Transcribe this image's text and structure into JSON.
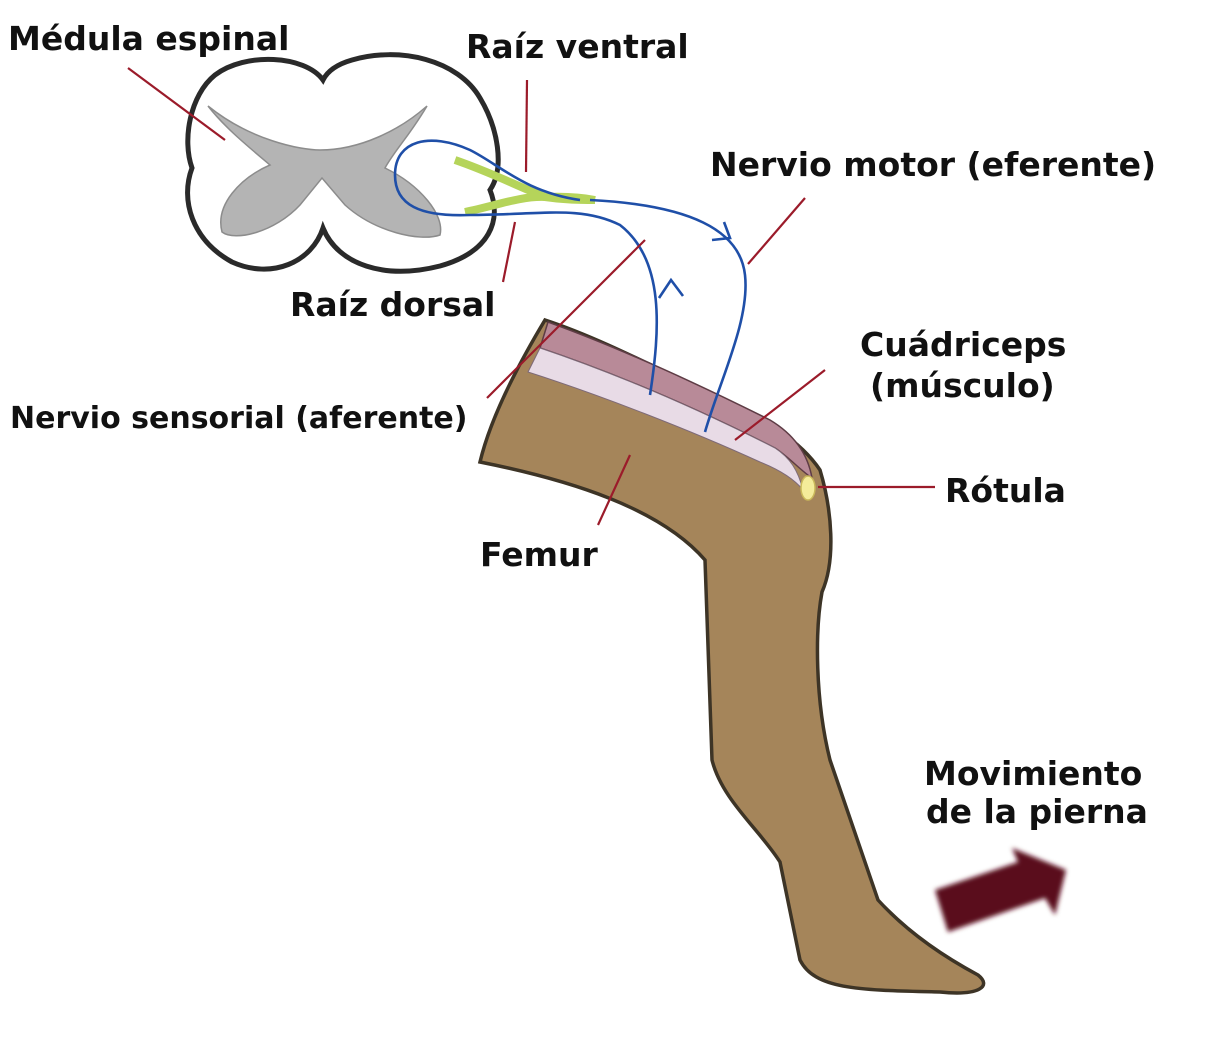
{
  "diagram": {
    "labels": {
      "spinal_cord": "Médula espinal",
      "ventral_root": "Raíz ventral",
      "motor_nerve": "Nervio motor (eferente)",
      "dorsal_root": "Raíz dorsal",
      "quadriceps_line1": "Cuádriceps",
      "quadriceps_line2": "(músculo)",
      "sensory_nerve": "Nervio sensorial (aferente)",
      "patella": "Rótula",
      "femur": "Femur",
      "movement_line1": "Movimiento",
      "movement_line2": "de la pierna"
    },
    "colors": {
      "leg": "#a5855a",
      "nerve": "#1f4fa8",
      "leader": "#9b1b2a",
      "arrow": "#5a0a1c",
      "root": "#b5d45a",
      "gray_matter": "#b4b4b4"
    }
  }
}
